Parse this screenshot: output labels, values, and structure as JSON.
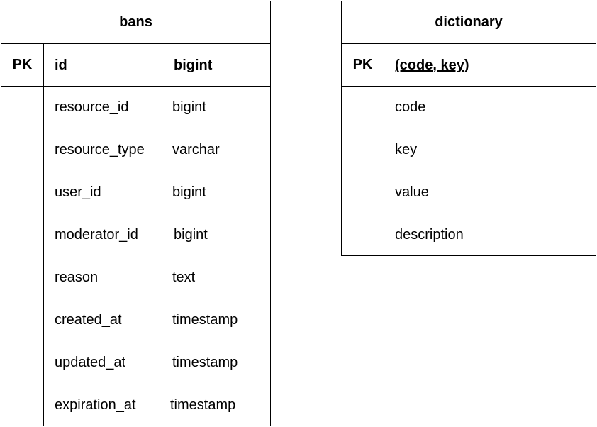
{
  "tables": {
    "bans": {
      "title": "bans",
      "pk_label": "PK",
      "pk_field": {
        "name": "id",
        "type": "bigint"
      },
      "fields": [
        {
          "name": "resource_id",
          "type": "bigint"
        },
        {
          "name": "resource_type",
          "type": "varchar"
        },
        {
          "name": "user_id",
          "type": "bigint"
        },
        {
          "name": "moderator_id",
          "type": "bigint"
        },
        {
          "name": "reason",
          "type": "text"
        },
        {
          "name": "created_at",
          "type": "timestamp"
        },
        {
          "name": "updated_at",
          "type": "timestamp"
        },
        {
          "name": "expiration_at",
          "type": "timestamp"
        }
      ]
    },
    "dictionary": {
      "title": "dictionary",
      "pk_label": "PK",
      "pk_field": {
        "name": "(code, key)"
      },
      "fields": [
        {
          "name": "code"
        },
        {
          "name": "key"
        },
        {
          "name": "value"
        },
        {
          "name": "description"
        }
      ]
    }
  }
}
